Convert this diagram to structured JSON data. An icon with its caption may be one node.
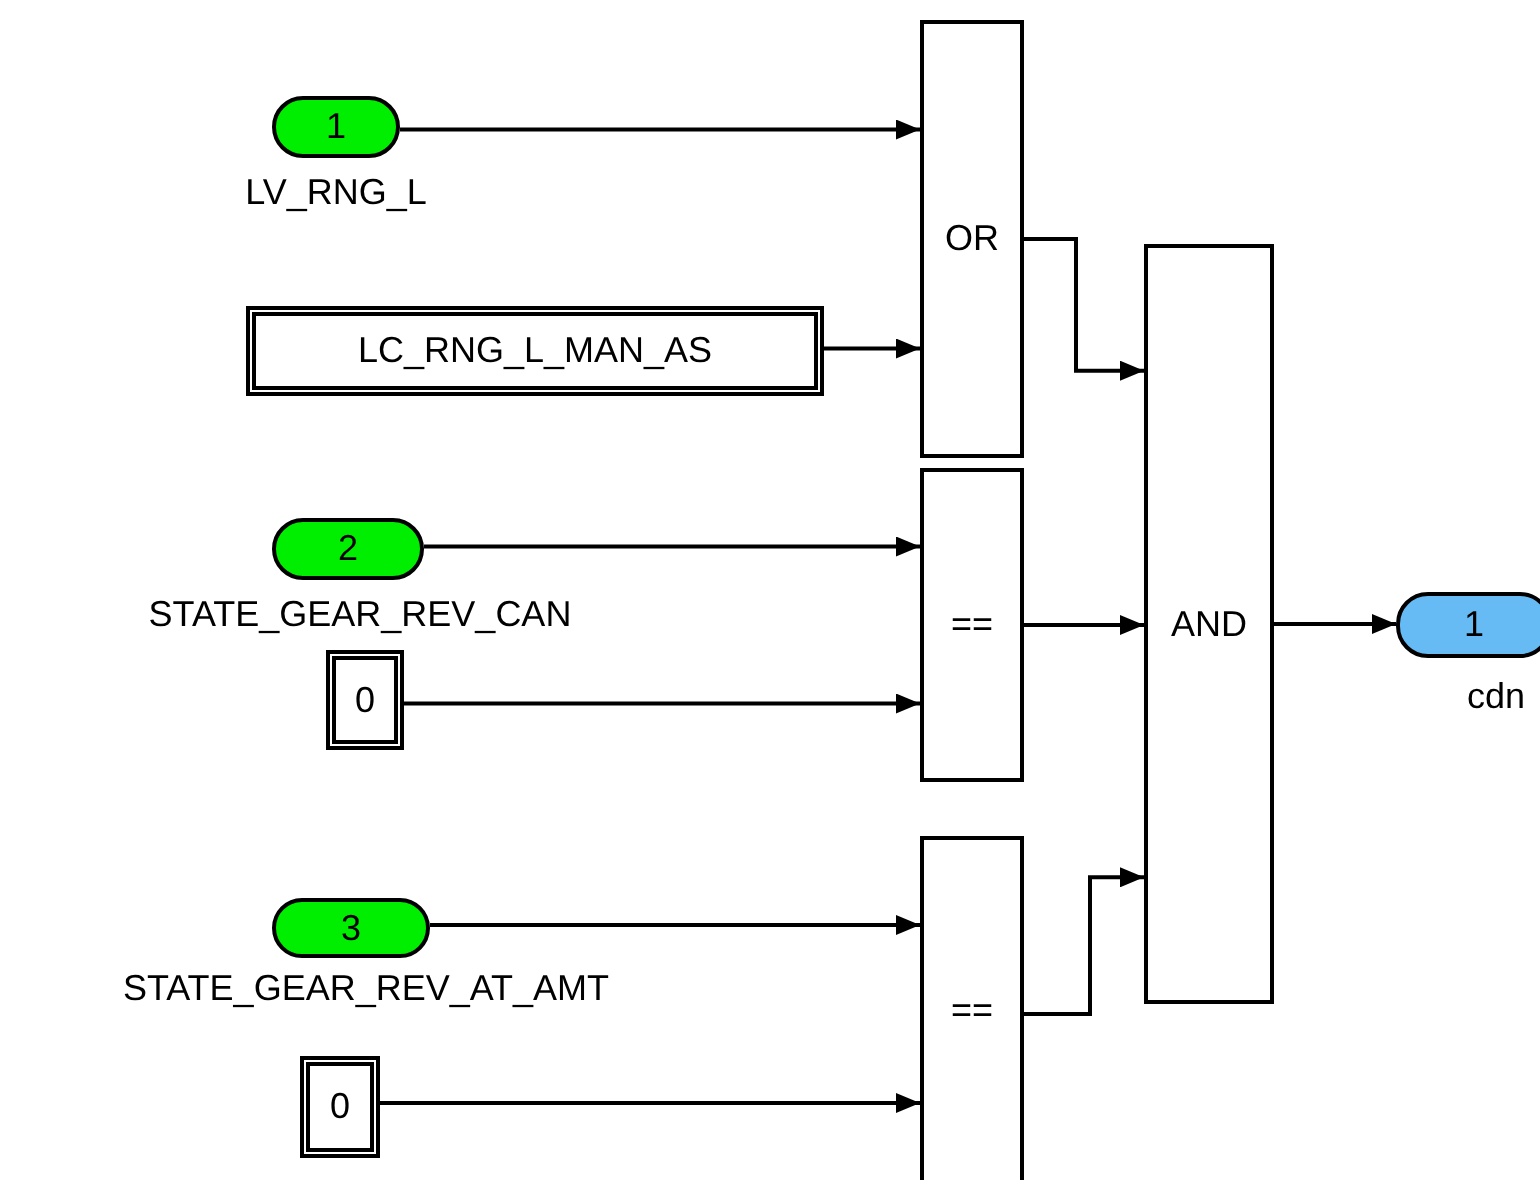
{
  "diagram": {
    "nodes": [
      {
        "text": [
          "1"
        ],
        "beside": [
          "LV_RNG_L"
        ]
      },
      {
        "text": [
          "LC_RNG_L_MAN_AS"
        ]
      },
      {
        "text": [
          "OR"
        ]
      },
      {
        "text": [
          "2"
        ],
        "beside": [
          "STATE_GEAR_REV_CAN"
        ]
      },
      {
        "text": [
          "0"
        ]
      },
      {
        "text": [
          "=="
        ]
      },
      {
        "text": [
          "3"
        ],
        "beside": [
          "STATE_GEAR_REV_AT_AMT"
        ]
      },
      {
        "text": [
          "0"
        ]
      },
      {
        "text": [
          "=="
        ]
      },
      {
        "text": [
          "AND"
        ]
      },
      {
        "text": [
          "1"
        ],
        "beside": [
          "cdn"
        ]
      }
    ],
    "edges": [
      {
        "from": 0,
        "to": 2,
        "arrow": "to"
      },
      {
        "from": 1,
        "to": 2,
        "arrow": "to"
      },
      {
        "from": 3,
        "to": 5,
        "arrow": "to"
      },
      {
        "from": 4,
        "to": 5,
        "arrow": "to"
      },
      {
        "from": 6,
        "to": 8,
        "arrow": "to"
      },
      {
        "from": 7,
        "to": 8,
        "arrow": "to"
      },
      {
        "from": 2,
        "to": 9,
        "arrow": "to"
      },
      {
        "from": 5,
        "to": 9,
        "arrow": "to"
      },
      {
        "from": 8,
        "to": 9,
        "arrow": "to"
      },
      {
        "from": 9,
        "to": 10,
        "arrow": "to"
      }
    ]
  }
}
